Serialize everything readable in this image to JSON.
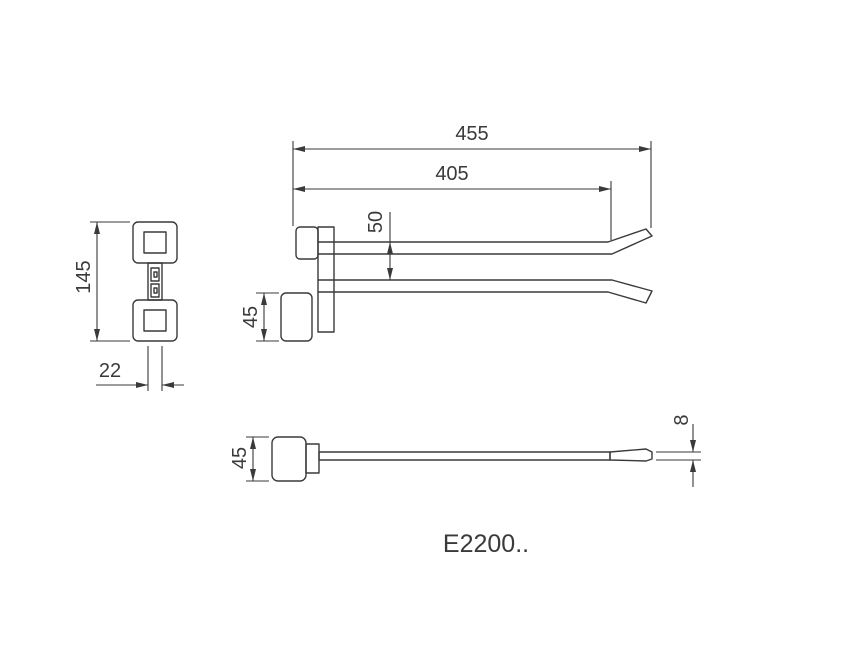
{
  "drawing": {
    "model_label": "E2200..",
    "line_color": "#3a3a3a",
    "background_color": "#ffffff",
    "front_view": {
      "height_mm": "145",
      "width_mm": "22"
    },
    "plan_view": {
      "total_length_mm": "455",
      "arm_length_mm": "405",
      "arm_spacing_mm": "50",
      "mount_height_mm": "45"
    },
    "side_view": {
      "mount_height_mm": "45",
      "bar_thickness_mm": "8"
    }
  }
}
